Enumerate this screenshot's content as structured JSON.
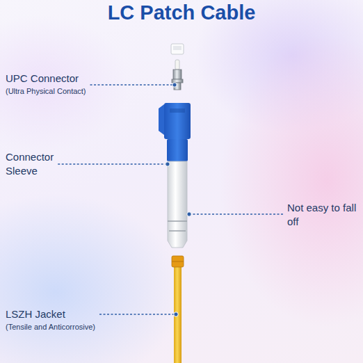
{
  "diagram": {
    "title": "LC Patch Cable",
    "labels": [
      "UPC Connector",
      "(Ultra Physical Contact)",
      "Connector Sleeve",
      "Not easy to fall off",
      "LSZH Jacket",
      "(Tensile and Anticorrosive)"
    ]
  }
}
